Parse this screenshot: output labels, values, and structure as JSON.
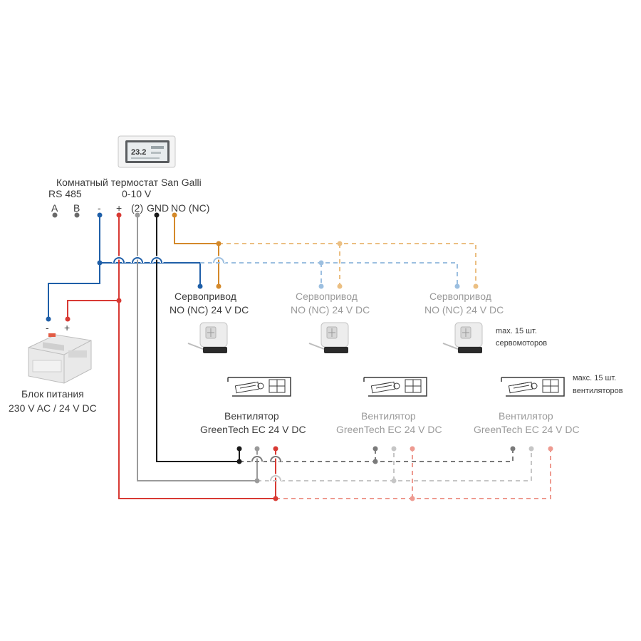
{
  "thermostat": {
    "title": "Комнатный термостат San Galli",
    "display_value": "23.2",
    "rs485_label": "RS 485",
    "v010_label": "0-10 V",
    "terminals": {
      "a": "A",
      "b": "B",
      "minus": "-",
      "plus": "+",
      "two": "(2)",
      "gnd": "GND",
      "nonc": "NO (NC)"
    }
  },
  "power_supply": {
    "label_line1": "Блок питания",
    "label_line2": "230 V AC / 24 V DC",
    "minus": "-",
    "plus": "+"
  },
  "servos": [
    {
      "line1": "Сервопривод",
      "line2": "NO (NC) 24 V DC"
    },
    {
      "line1": "Сервопривод",
      "line2": "NO (NC) 24 V DC"
    },
    {
      "line1": "Сервопривод",
      "line2": "NO (NC) 24 V DC"
    }
  ],
  "servo_note": {
    "line1": "max. 15 шт.",
    "line2": "сервомоторов"
  },
  "fans": [
    {
      "line1": "Вентилятор",
      "line2": "GreenTech EC 24 V DC"
    },
    {
      "line1": "Вентилятор",
      "line2": "GreenTech EC 24 V DC"
    },
    {
      "line1": "Вентилятор",
      "line2": "GreenTech EC 24 V DC"
    }
  ],
  "fan_note": {
    "line1": "макс. 15 шт.",
    "line2": "вентиляторов"
  },
  "colors": {
    "blue": "#1f5fa8",
    "blue_light": "#9cbfe0",
    "orange": "#d4892a",
    "orange_light": "#ebbf82",
    "red": "#d83a34",
    "red_light": "#ee9a90",
    "grey": "#9a9a9a",
    "grey_light": "#c6c6c6",
    "black": "#1a1a1a",
    "dim_text": "#9a9a9a",
    "text": "#3c3c3c"
  }
}
